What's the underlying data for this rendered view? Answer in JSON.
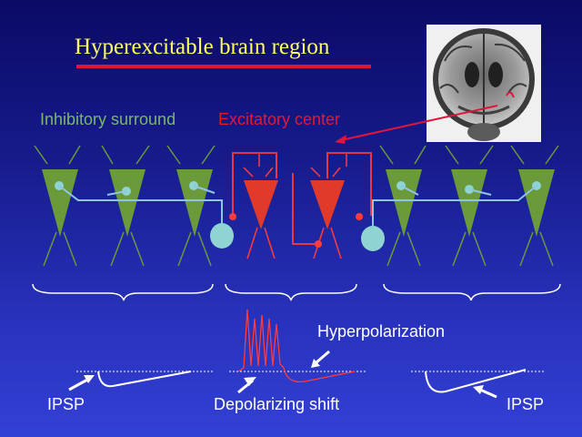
{
  "slide": {
    "title": "Hyperexcitable brain region",
    "label_inhibitory": "Inhibitory surround",
    "label_excitatory": "Excitatory center",
    "label_hyperpolarization": "Hyperpolarization",
    "label_ipsp_left": "IPSP",
    "label_depolarizing_shift": "Depolarizing shift",
    "label_ipsp_right": "IPSP"
  },
  "colors": {
    "background_top": "#0b0a66",
    "background_bottom": "#3340d6",
    "title": "#ffff66",
    "underline": "#e0143c",
    "inhibitory_neuron": "#6a9a3a",
    "excitatory_neuron": "#e23a2a",
    "interneuron": "#8fd3d3",
    "axon_blue": "#8fc6e6",
    "axon_red": "#ff3b3b"
  }
}
